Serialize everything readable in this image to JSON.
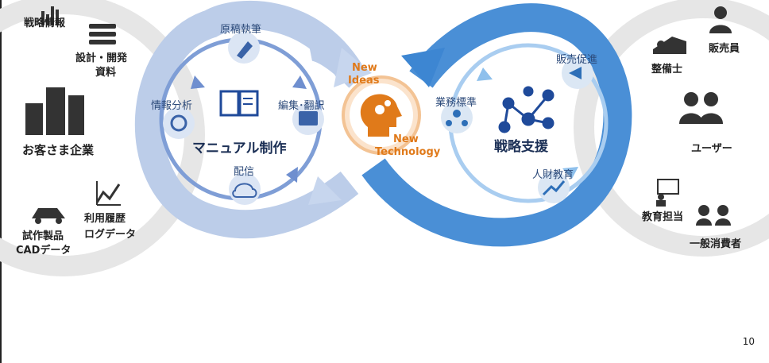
{
  "left_group": {
    "strategy_info": "戦略情報",
    "design_docs_line1": "設計・開発",
    "design_docs_line2": "資料",
    "client_company": "お客さま企業",
    "prototype_line1": "試作製品",
    "prototype_line2": "CADデータ",
    "usage_log_line1": "利用履歴",
    "usage_log_line2": "ログデータ"
  },
  "left_loop": {
    "title": "マニュアル制作",
    "writing": "原稿執筆",
    "editing": "編集･翻訳",
    "delivery": "配信",
    "analysis": "情報分析"
  },
  "center": {
    "new_ideas_line1": "New",
    "new_ideas_line2": "Ideas",
    "new_tech_line1": "New",
    "new_tech_line2": "Technology"
  },
  "right_loop": {
    "title": "戦略支援",
    "business_std": "業務標準",
    "sales_promo": "販売促進",
    "hr_education": "人財教育"
  },
  "right_group": {
    "mechanic": "整備士",
    "sales_staff": "販売員",
    "user": "ユーザー",
    "trainer": "教育担当",
    "consumer": "一般消費者"
  },
  "footer": {
    "page_number": "10"
  },
  "colors": {
    "left_loop": "#aec3e6",
    "left_loop_inner": "#6f8fcf",
    "right_loop": "#4a8fd6",
    "right_loop_inner": "#9cc4ec",
    "accent_orange": "#e07a1a",
    "gray_ring": "#e6e6e6"
  }
}
